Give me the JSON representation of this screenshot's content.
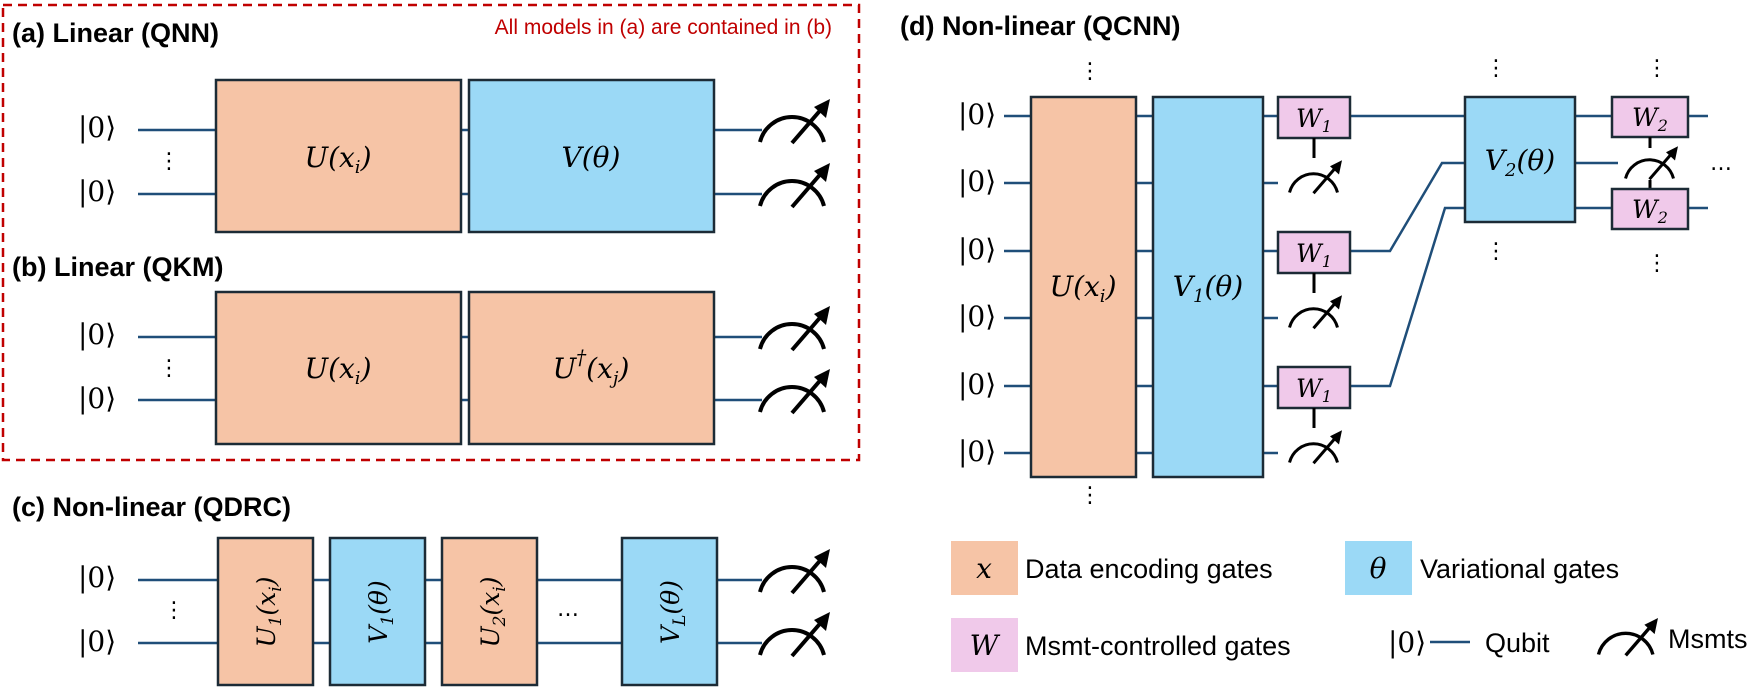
{
  "panels": {
    "a": {
      "title": "(a) Linear (QNN)",
      "note": "All models in (a) are contained in (b)",
      "ket": "|0⟩",
      "dots": "⋮",
      "gate1": "U(x",
      "gate1_sub": "i",
      "gate1_close": ")",
      "gate2": "V(θ)"
    },
    "b": {
      "title": "(b) Linear (QKM)",
      "ket": "|0⟩",
      "dots": "⋮",
      "gate1": "U(x",
      "gate1_sub": "i",
      "gate1_close": ")",
      "gate2": "U",
      "gate2_sup": "†",
      "gate2_arg": "(x",
      "gate2_sub": "j",
      "gate2_close": ")"
    },
    "c": {
      "title": "(c) Non-linear (QDRC)",
      "ket": "|0⟩",
      "dots": "⋮",
      "hdots": "…",
      "gates": [
        {
          "label": "U",
          "sub": "1",
          "arg": "(x",
          "argsub": "i",
          "close": ")",
          "kind": "x"
        },
        {
          "label": "V",
          "sub": "1",
          "arg": "(θ)",
          "argsub": "",
          "close": "",
          "kind": "theta"
        },
        {
          "label": "U",
          "sub": "2",
          "arg": "(x",
          "argsub": "i",
          "close": ")",
          "kind": "x"
        },
        {
          "label": "V",
          "sub": "L",
          "arg": "(θ)",
          "argsub": "",
          "close": "",
          "kind": "theta"
        }
      ]
    },
    "d": {
      "title": "(d) Non-linear (QCNN)",
      "ket": "|0⟩",
      "dots": "⋮",
      "hdots": "…",
      "enc": "U(x",
      "enc_sub": "i",
      "enc_close": ")",
      "var1": "V",
      "var1_sub": "1",
      "var1_arg": "(θ)",
      "var2": "V",
      "var2_sub": "2",
      "var2_arg": "(θ)",
      "w1": "W",
      "w1_sub": "1",
      "w2": "W",
      "w2_sub": "2"
    }
  },
  "legend": {
    "enc_symbol": "x",
    "enc_label": "Data encoding gates",
    "var_symbol": "θ",
    "var_label": "Variational gates",
    "w_symbol": "W",
    "w_label": "Msmt-controlled gates",
    "qubit_ket": "|0⟩",
    "qubit_label": "Qubit",
    "msmt_label": "Msmts"
  },
  "colors": {
    "data_encoding": "#f6c4a6",
    "variational": "#9bd9f6",
    "msmt_controlled": "#f0c9ea",
    "wire": "#1f4e79",
    "note_border": "#c00000"
  }
}
